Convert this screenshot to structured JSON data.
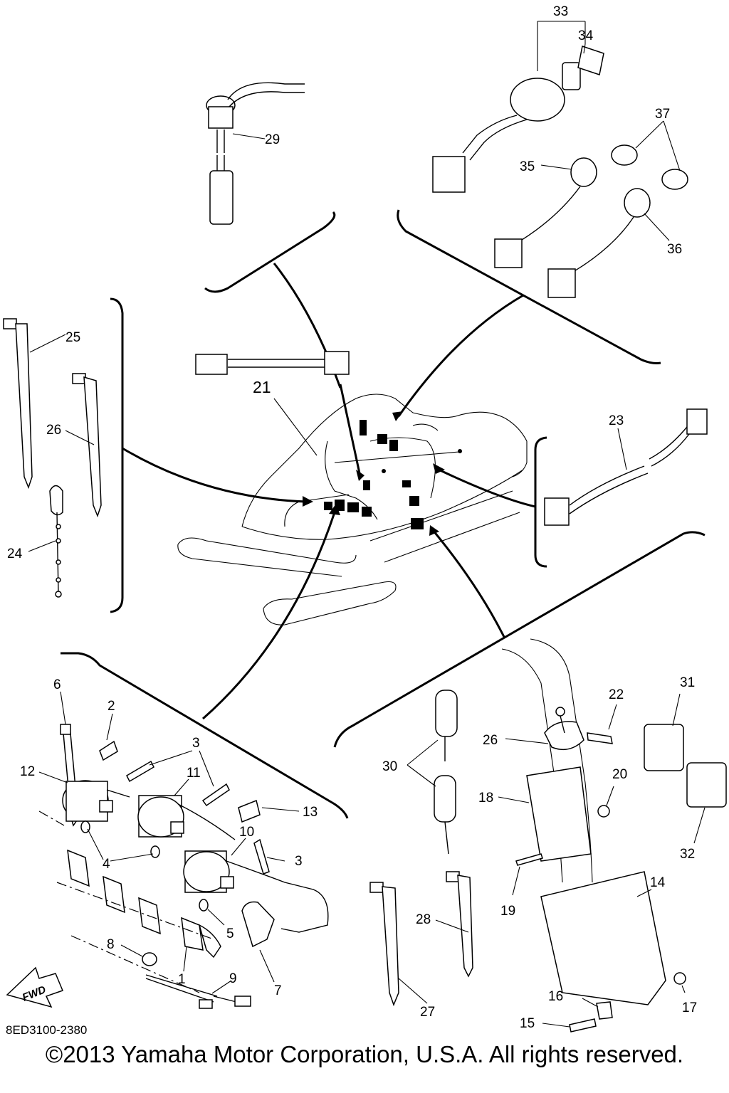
{
  "diagram": {
    "drawing_code": "8ED3100-2380",
    "copyright": "©2013 Yamaha Motor Corporation, U.S.A. All rights reserved.",
    "fwd_label": "FWD",
    "callouts": [
      "1",
      "2",
      "3",
      "4",
      "5",
      "6",
      "7",
      "8",
      "9",
      "10",
      "11",
      "12",
      "13",
      "14",
      "15",
      "16",
      "17",
      "18",
      "19",
      "20",
      "21",
      "22",
      "23",
      "24",
      "25",
      "26",
      "27",
      "28",
      "29",
      "30",
      "31",
      "32",
      "33",
      "34",
      "35",
      "36",
      "37"
    ],
    "callout_3_repeat": "3",
    "callout_26_repeat": "26"
  }
}
